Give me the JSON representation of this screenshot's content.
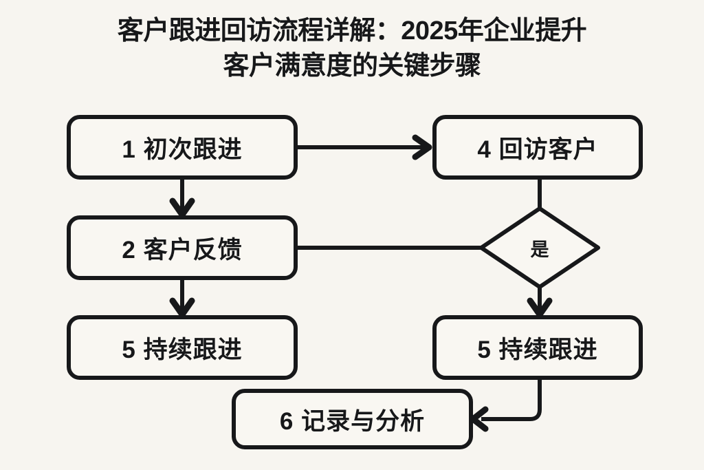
{
  "title": {
    "line1": "客户跟进回访流程详解：2025年企业提升",
    "line2": "客户满意度的关键步骤",
    "full": "客户跟进回访流程详解：2025年企业提升客户满意度的关键步骤"
  },
  "colors": {
    "background": "#f7f5f0",
    "stroke": "#17181a",
    "text": "#17181a",
    "node_fill": "#f9f7f2"
  },
  "diagram": {
    "type": "flowchart",
    "orientation": "two-column",
    "nodes": [
      {
        "id": "n1",
        "shape": "rounded-rect",
        "number": "1",
        "name": "初次跟进",
        "label": "1 初次跟进"
      },
      {
        "id": "n4",
        "shape": "rounded-rect",
        "number": "4",
        "name": "回访客户",
        "label": "4 回访客户"
      },
      {
        "id": "n2",
        "shape": "rounded-rect",
        "number": "2",
        "name": "客户反馈",
        "label": "2 客户反馈"
      },
      {
        "id": "n5a",
        "shape": "rounded-rect",
        "number": "5",
        "name": "持续跟进",
        "label": "5 持续跟进"
      },
      {
        "id": "n5b",
        "shape": "rounded-rect",
        "number": "5",
        "name": "持续跟进",
        "label": "5 持续跟进"
      },
      {
        "id": "n6",
        "shape": "rounded-rect",
        "number": "6",
        "name": "记录与分析",
        "label": "6 记录与分析"
      },
      {
        "id": "d1",
        "shape": "diamond",
        "number": "",
        "name": "是",
        "label": "是"
      }
    ],
    "edges": [
      {
        "from": "n1",
        "to": "n4",
        "direction": "right",
        "arrow": true,
        "style": "straight"
      },
      {
        "from": "n1",
        "to": "n2",
        "direction": "down",
        "arrow": true,
        "style": "straight"
      },
      {
        "from": "n2",
        "to": "d1",
        "direction": "right",
        "arrow": false,
        "style": "straight"
      },
      {
        "from": "n2",
        "to": "n5a",
        "direction": "down",
        "arrow": true,
        "style": "straight"
      },
      {
        "from": "n4",
        "to": "d1",
        "direction": "down",
        "arrow": false,
        "style": "straight"
      },
      {
        "from": "d1",
        "to": "n5b",
        "direction": "down",
        "arrow": true,
        "style": "straight"
      },
      {
        "from": "n5b",
        "to": "n6",
        "direction": "left",
        "arrow": true,
        "style": "elbow"
      }
    ]
  }
}
